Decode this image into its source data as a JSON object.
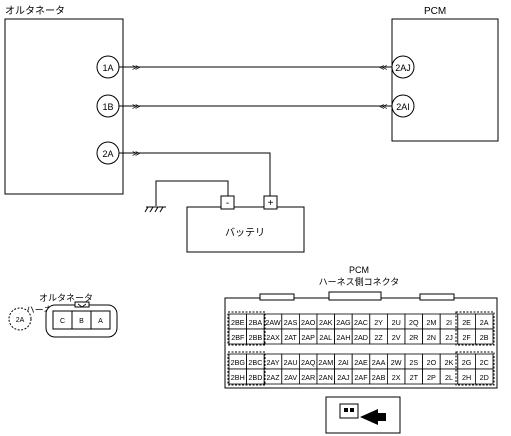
{
  "alternator": {
    "title": "オルタネータ"
  },
  "pcm": {
    "title": "PCM"
  },
  "battery": {
    "label": "バッテリ",
    "minus": "-",
    "plus": "+"
  },
  "pins": {
    "alt_1a": "1A",
    "alt_1b": "1B",
    "alt_2a": "2A",
    "pcm_2aj": "2AJ",
    "pcm_2ai": "2AI"
  },
  "alt_connector": {
    "title1": "オルタネータ",
    "title2": "ハーネス側コネクタ",
    "pin_circle": "2A",
    "terminals": [
      "C",
      "B",
      "A"
    ]
  },
  "pcm_connector": {
    "title1": "PCM",
    "title2": "ハーネス側コネクタ",
    "rows": [
      [
        "2BE",
        "2BA",
        "2AW",
        "2AS",
        "2AO",
        "2AK",
        "2AG",
        "2AC",
        "2Y",
        "2U",
        "2Q",
        "2M",
        "2I",
        "2E",
        "2A"
      ],
      [
        "2BF",
        "2BB",
        "2AX",
        "2AT",
        "2AP",
        "2AL",
        "2AH",
        "2AD",
        "2Z",
        "2V",
        "2R",
        "2N",
        "2J",
        "2F",
        "2B"
      ],
      [
        "2BG",
        "2BC",
        "2AY",
        "2AU",
        "2AQ",
        "2AM",
        "2AI",
        "2AE",
        "2AA",
        "2W",
        "2S",
        "2O",
        "2K",
        "2G",
        "2C"
      ],
      [
        "2BH",
        "2BD",
        "2AZ",
        "2AV",
        "2AR",
        "2AN",
        "2AJ",
        "2AF",
        "2AB",
        "2X",
        "2T",
        "2P",
        "2L",
        "2H",
        "2D"
      ]
    ]
  }
}
